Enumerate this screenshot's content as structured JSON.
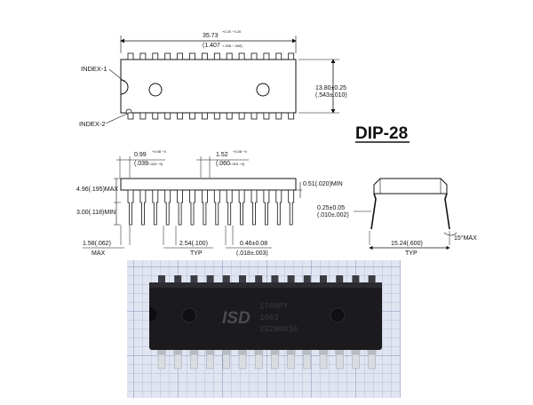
{
  "package_title": "DIP-28",
  "top_view": {
    "length_dim": "35.73",
    "length_tol": "+0.20 −0.20",
    "length_inch": "(1.407",
    "length_inch_tol": "+.008 −.008)",
    "index1": "INDEX-1",
    "index2": "INDEX-2",
    "width_dim": "13.80±0.25",
    "width_inch": "(.543±.010)"
  },
  "side_view": {
    "pin_width_top": "0.99",
    "pin_width_top_tol": "+0.08 −0",
    "pin_width_top_inch": "(.039",
    "pin_width_top_inch_tol": "+.003 −0)",
    "shoulder_top": "1.52",
    "shoulder_top_tol": "+0.08 −0",
    "shoulder_top_inch": "(.060",
    "shoulder_top_inch_tol": "+.003 −0)",
    "height_max": "4.96(.195)MAX",
    "standoff_min": "3.00(.118)MIN",
    "seat_min": "0.51(.020)MIN",
    "end_max": "1.58(.062)",
    "end_max_label": "MAX",
    "pitch": "2.54(.100)",
    "pitch_label": "TYP",
    "lead_width": "0.46±0.08",
    "lead_width_inch": "(.018±.003)"
  },
  "end_view": {
    "thickness": "0.25±0.05",
    "thickness_inch": "(.010±.002)",
    "row_spacing": "15.24(.600)",
    "row_spacing_label": "TYP",
    "angle": "15°MAX"
  },
  "photo": {
    "logo": "ISD",
    "line1": "1760PY",
    "line2": "1603",
    "line3": "2S2B0036"
  },
  "pin_count": 28,
  "colors": {
    "chip_body": "#1b1b1e",
    "grid_bg": "#c9cfe6",
    "pin_silver": "#d9dde2"
  }
}
